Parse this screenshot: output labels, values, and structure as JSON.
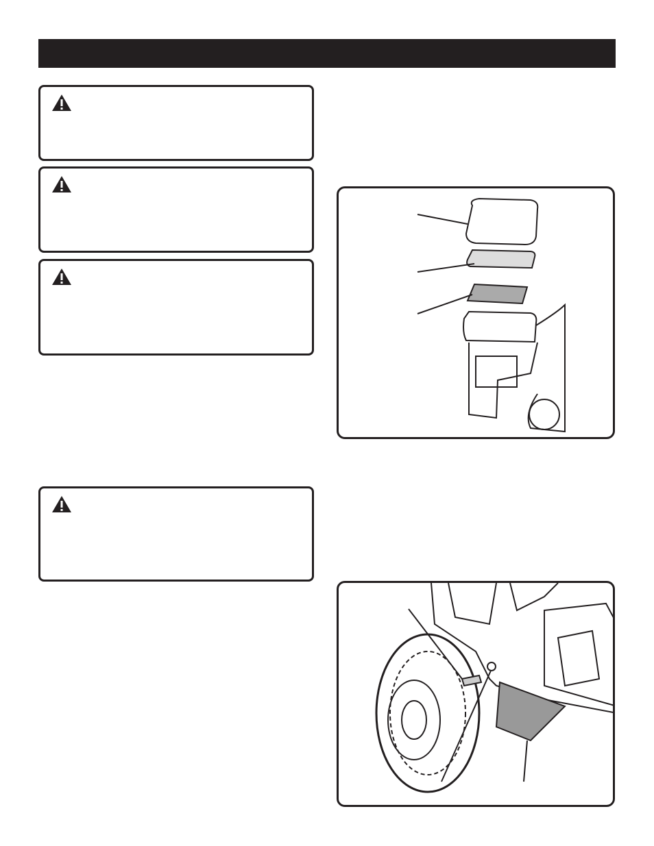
{
  "header": {
    "background_color": "#231f20"
  },
  "warnings": [
    {
      "icon": "warning-triangle-icon"
    },
    {
      "icon": "warning-triangle-icon"
    },
    {
      "icon": "warning-triangle-icon"
    },
    {
      "icon": "warning-triangle-icon"
    }
  ],
  "figures": [
    {
      "subject": "air-filter-assembly",
      "callouts": 3
    },
    {
      "subject": "engine-oil-drain",
      "callouts": 3
    }
  ]
}
